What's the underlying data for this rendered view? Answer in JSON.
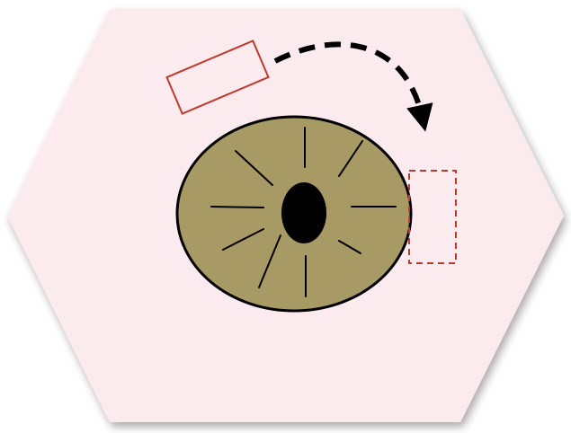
{
  "diagram": {
    "description_colors": {
      "background": "#ffffff",
      "hexagon_fill": "#fbebef",
      "hexagon_shadow": "#d9d2d4",
      "disc_fill": "#a89a64",
      "disc_stroke": "#000000",
      "center_hole": "#000000",
      "spoke": "#000000",
      "box_stroke": "#c0392b",
      "arrow": "#000000"
    },
    "shapes": [
      "hexagon-background",
      "olive-disc",
      "center-hole",
      "radial-spokes",
      "solid-rectangle",
      "dashed-rectangle",
      "dashed-curved-arrow"
    ]
  }
}
